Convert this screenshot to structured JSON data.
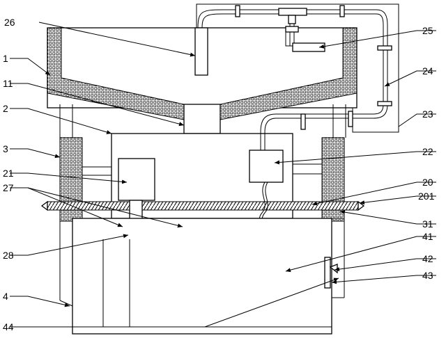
{
  "labels": {
    "l1": "1",
    "l2": "2",
    "l3": "3",
    "l4": "4",
    "l11": "11",
    "l20": "20",
    "l21": "21",
    "l22": "22",
    "l23": "23",
    "l24": "24",
    "l25": "25",
    "l26": "26",
    "l27": "27",
    "l28": "28",
    "l31": "31",
    "l41": "41",
    "l42": "42",
    "l43": "43",
    "l44": "44",
    "l201": "201"
  }
}
